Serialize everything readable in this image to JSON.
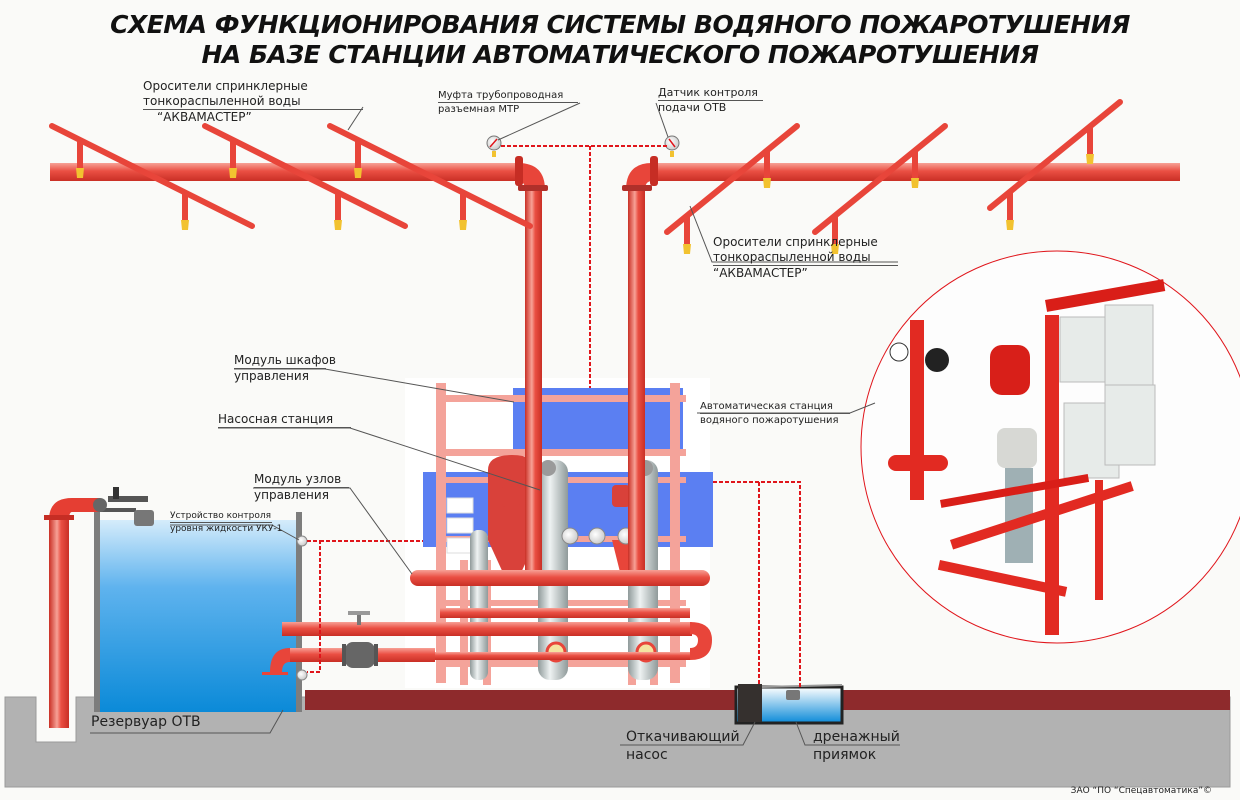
{
  "diagram": {
    "title_line1": "СХЕМА ФУНКЦИОНИРОВАНИЯ СИСТЕМЫ ВОДЯНОГО ПОЖАРОТУШЕНИЯ",
    "title_line2": "НА БАЗЕ СТАНЦИИ АВТОМАТИЧЕСКОГО ПОЖАРОТУШЕНИЯ",
    "labels": {
      "sprinklers_left": [
        "Оросители спринклерные",
        "тонкораспыленной воды",
        "“АКВАМАСТЕР”"
      ],
      "coupling": [
        "Муфта трубопроводная",
        "разъемная МТР"
      ],
      "flow_sensor": [
        "Датчик контроля",
        "подачи ОТВ"
      ],
      "sprinklers_right": [
        "Оросители спринклерные",
        "тонкораспыленной воды",
        "“АКВАМАСТЕР”"
      ],
      "control_cabinets": [
        "Модуль шкафов",
        "управления"
      ],
      "pump_station": [
        "Насосная станция"
      ],
      "control_nodes": [
        "Модуль узлов",
        "управления"
      ],
      "level_device": [
        "Устройство контроля",
        "уровня жидкости УКУ-1"
      ],
      "auto_station": [
        "Автоматическая станция",
        "водяного пожаротушения"
      ],
      "reservoir": [
        "Резервуар ОТВ"
      ],
      "drain_pump": [
        "Откачивающий",
        "насос"
      ],
      "drain_pit": [
        "дренажный",
        "приямок"
      ]
    },
    "copyright": "ЗАО “ПО “Спецавтоматика”©",
    "colors": {
      "pipe": "#e8453a",
      "pipe_dark": "#c62d24",
      "signal_line": "#e0151b",
      "water": "#1c8fdc",
      "ground": "#b2b2b2",
      "floor": "#8e2a2c",
      "cabinet": "#5b7ff2",
      "frame": "#f4a39a"
    }
  }
}
